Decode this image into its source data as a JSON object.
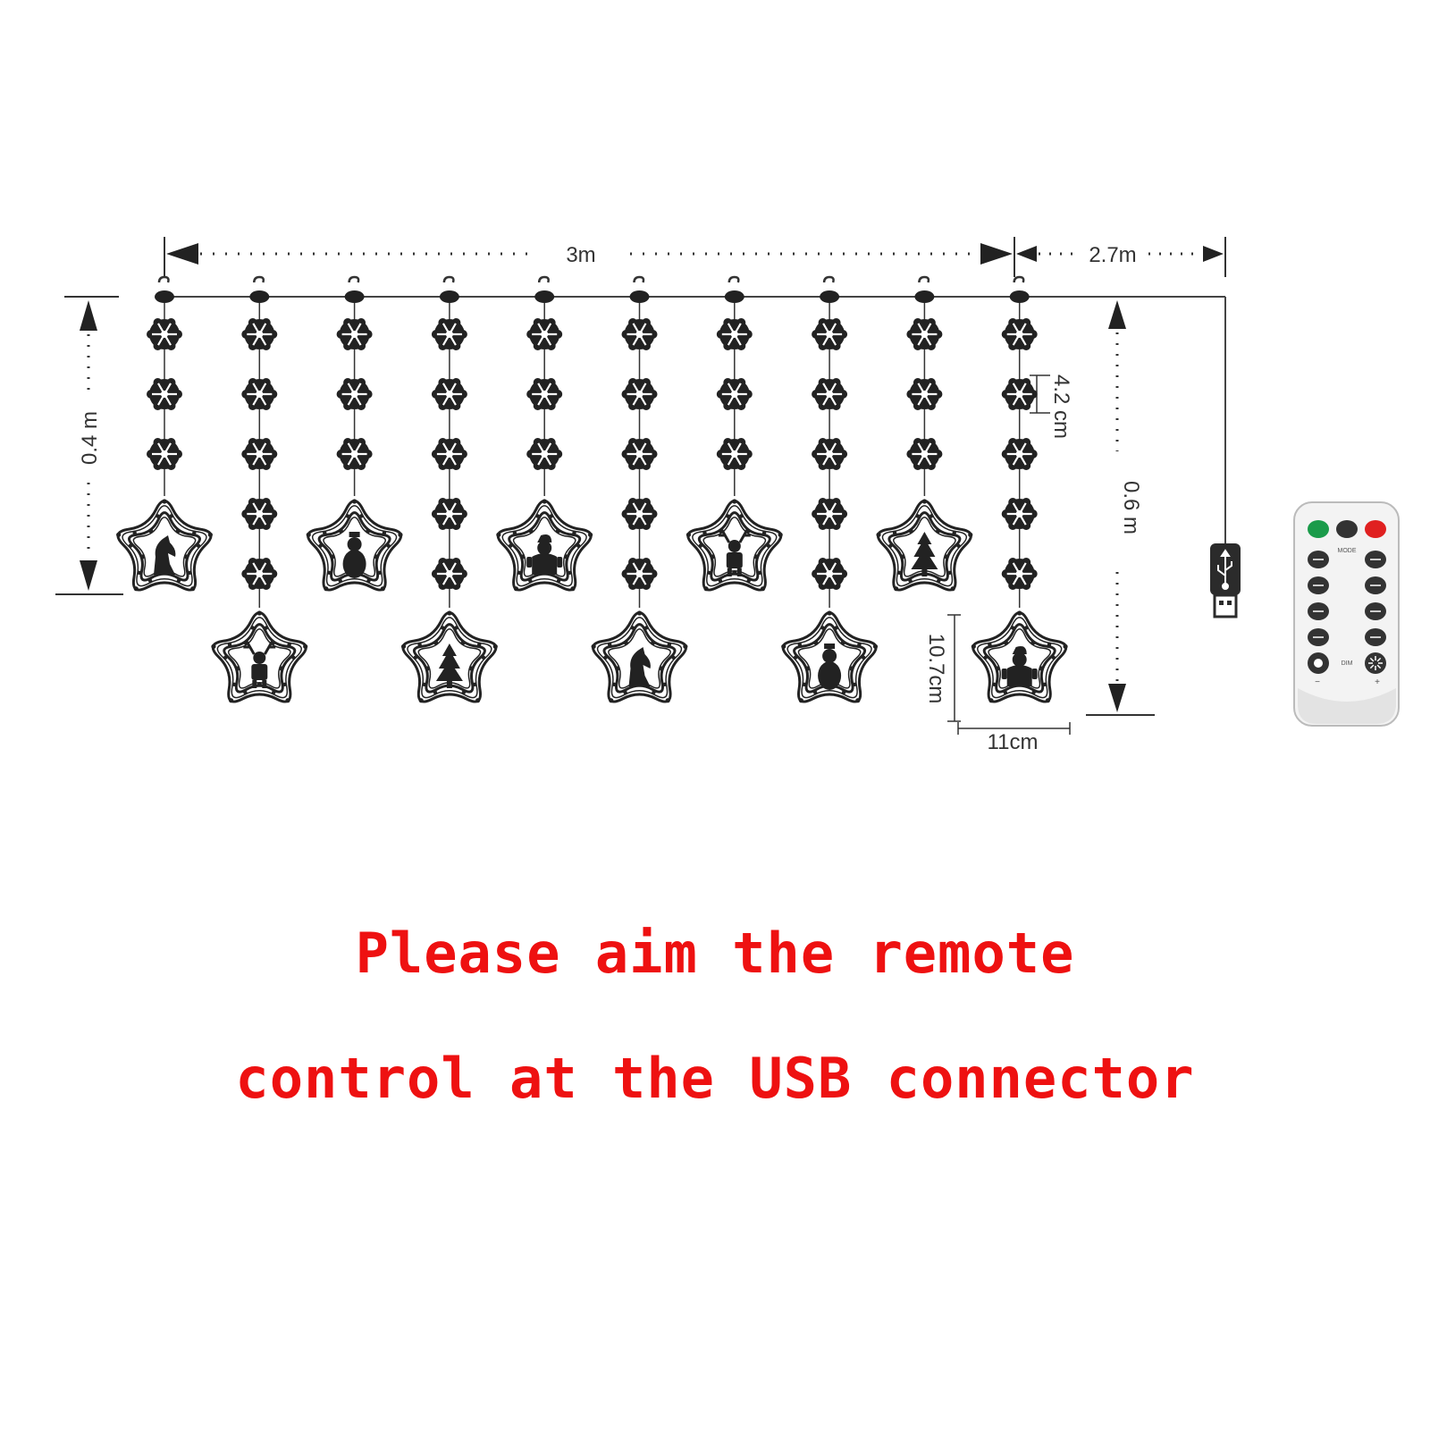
{
  "colors": {
    "caption": "#ee1111",
    "line": "#333333",
    "ornament": "#222222",
    "remote_body": "#f2f2f2",
    "remote_green": "#1a9b4a",
    "remote_red": "#e02020",
    "remote_button": "#333333"
  },
  "dimensions": {
    "total_width": "3m",
    "cable_length": "2.7m",
    "short_strand": "0.4 m",
    "long_strand": "0.6 m",
    "snowflake_spacing": "4.2 cm",
    "star_height": "10.7cm",
    "star_width": "11cm"
  },
  "curtain": {
    "strand_count": 10,
    "snowflakes_per_short_strand": 3,
    "snowflakes_per_long_strand": 5,
    "short_strand_icons": [
      "horse-icon",
      "snowman-icon",
      "santa-icon",
      "reindeer-icon",
      "tree-icon"
    ],
    "long_strand_icons": [
      "reindeer-icon",
      "tree-icon",
      "horse-icon",
      "snowman-icon",
      "santa-icon"
    ]
  },
  "remote": {
    "mode_label": "MODE",
    "dim_label": "DIM",
    "minus_label": "−",
    "plus_label": "+",
    "top_buttons": [
      "remote_green",
      "remote_button",
      "remote_red"
    ],
    "mode_buttons": 8
  },
  "usb_icon": "usb-icon",
  "caption": {
    "line1": "Please aim the remote",
    "line2": "control at the USB connector"
  }
}
